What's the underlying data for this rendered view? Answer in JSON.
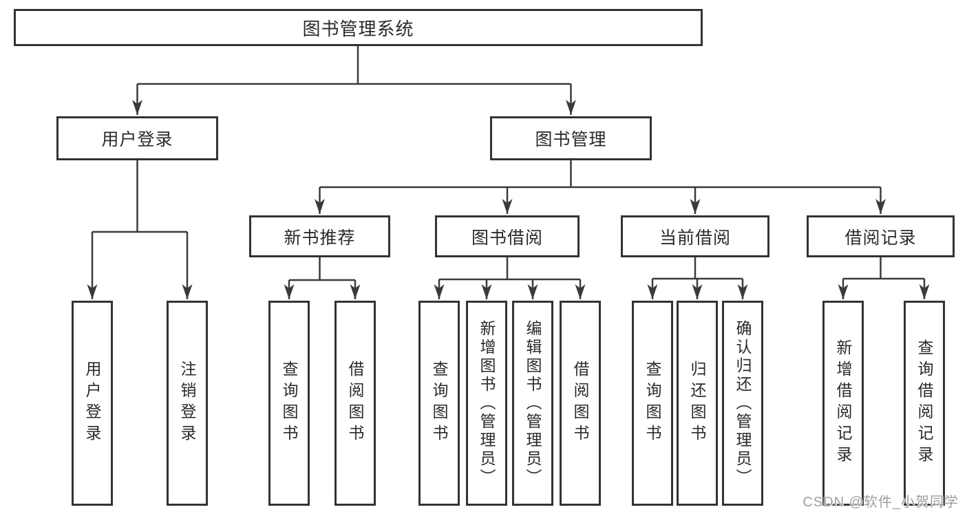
{
  "tree": {
    "label": "图书管理系统",
    "children": [
      {
        "label": "用户登录",
        "children": [
          {
            "label": "用户登录"
          },
          {
            "label": "注销登录"
          }
        ]
      },
      {
        "label": "图书管理",
        "children": [
          {
            "label": "新书推荐",
            "children": [
              {
                "label": "查询图书"
              },
              {
                "label": "借阅图书"
              }
            ]
          },
          {
            "label": "图书借阅",
            "children": [
              {
                "label": "查询图书"
              },
              {
                "label": "新增图书（管理员）"
              },
              {
                "label": "编辑图书（管理员）"
              },
              {
                "label": "借阅图书"
              }
            ]
          },
          {
            "label": "当前借阅",
            "children": [
              {
                "label": "查询图书"
              },
              {
                "label": "归还图书"
              },
              {
                "label": "确认归还（管理员）"
              }
            ]
          },
          {
            "label": "借阅记录",
            "children": [
              {
                "label": "新增借阅记录"
              },
              {
                "label": "查询借阅记录"
              }
            ]
          }
        ]
      }
    ]
  },
  "watermark": {
    "text": "CSDN @软件_小贺同学"
  },
  "colors": {
    "background": "#ffffff",
    "box_border": "#333333",
    "connector_line": "#3a3a3a",
    "text": "#2a2a2a",
    "watermark_text": "#9e9e9e"
  }
}
